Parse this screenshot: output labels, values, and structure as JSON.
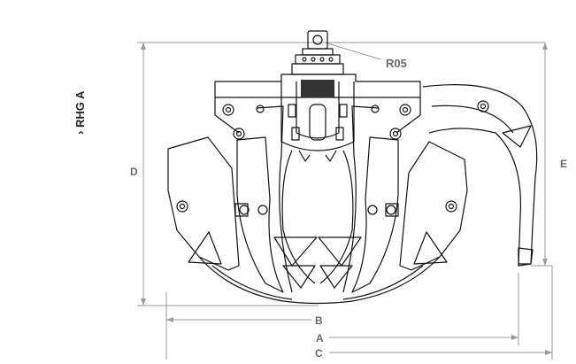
{
  "side_label": "› RHG A",
  "labels": {
    "rotator": "R05",
    "dim_a": "A",
    "dim_b": "B",
    "dim_c": "C",
    "dim_d": "D",
    "dim_e": "E"
  },
  "colors": {
    "drawing": "#111111",
    "dimension": "#9a9a9a",
    "label": "#6a6a6a"
  }
}
